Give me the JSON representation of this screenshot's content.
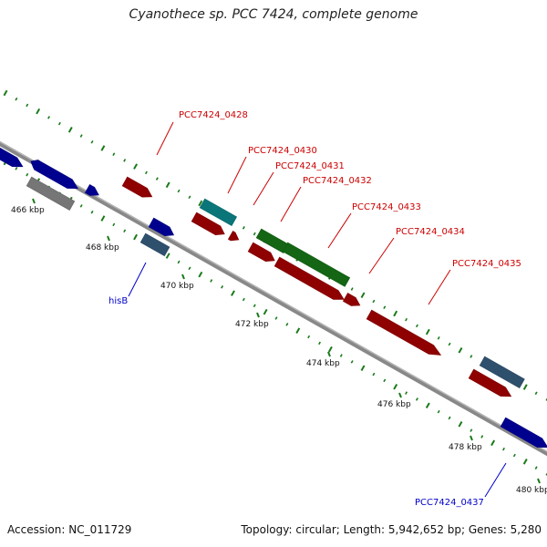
{
  "title": "Cyanothece sp. PCC 7424, complete genome",
  "accession": "Accession: NC_011729",
  "summary": "Topology: circular; Length: 5,942,652 bp; Genes: 5,280",
  "colors": {
    "red": "#ee0000",
    "blue": "#0000ee",
    "steel": "#4f86b6",
    "cyan": "#10c4c9",
    "green": "#22aa22",
    "gray": "#c4c4c4",
    "backbone": "#888888",
    "tick": "#1a7a1a",
    "label_red": "#cc0000",
    "label_blue": "#0000cc"
  },
  "kbp_labels": [
    {
      "text": "466 kbp"
    },
    {
      "text": "468 kbp"
    },
    {
      "text": "470 kbp"
    },
    {
      "text": "472 kbp"
    },
    {
      "text": "474 kbp"
    },
    {
      "text": "476 kbp"
    },
    {
      "text": "478 kbp"
    },
    {
      "text": "480 kbp"
    }
  ],
  "gene_labels": [
    {
      "text": "PCC7424_0428",
      "color": "red"
    },
    {
      "text": "PCC7424_0430",
      "color": "red"
    },
    {
      "text": "PCC7424_0431",
      "color": "red"
    },
    {
      "text": "PCC7424_0432",
      "color": "red"
    },
    {
      "text": "PCC7424_0433",
      "color": "red"
    },
    {
      "text": "PCC7424_0434",
      "color": "red"
    },
    {
      "text": "PCC7424_0435",
      "color": "red"
    },
    {
      "text": "hisB",
      "color": "blue"
    },
    {
      "text": "PCC7424_0437",
      "color": "blue"
    }
  ]
}
